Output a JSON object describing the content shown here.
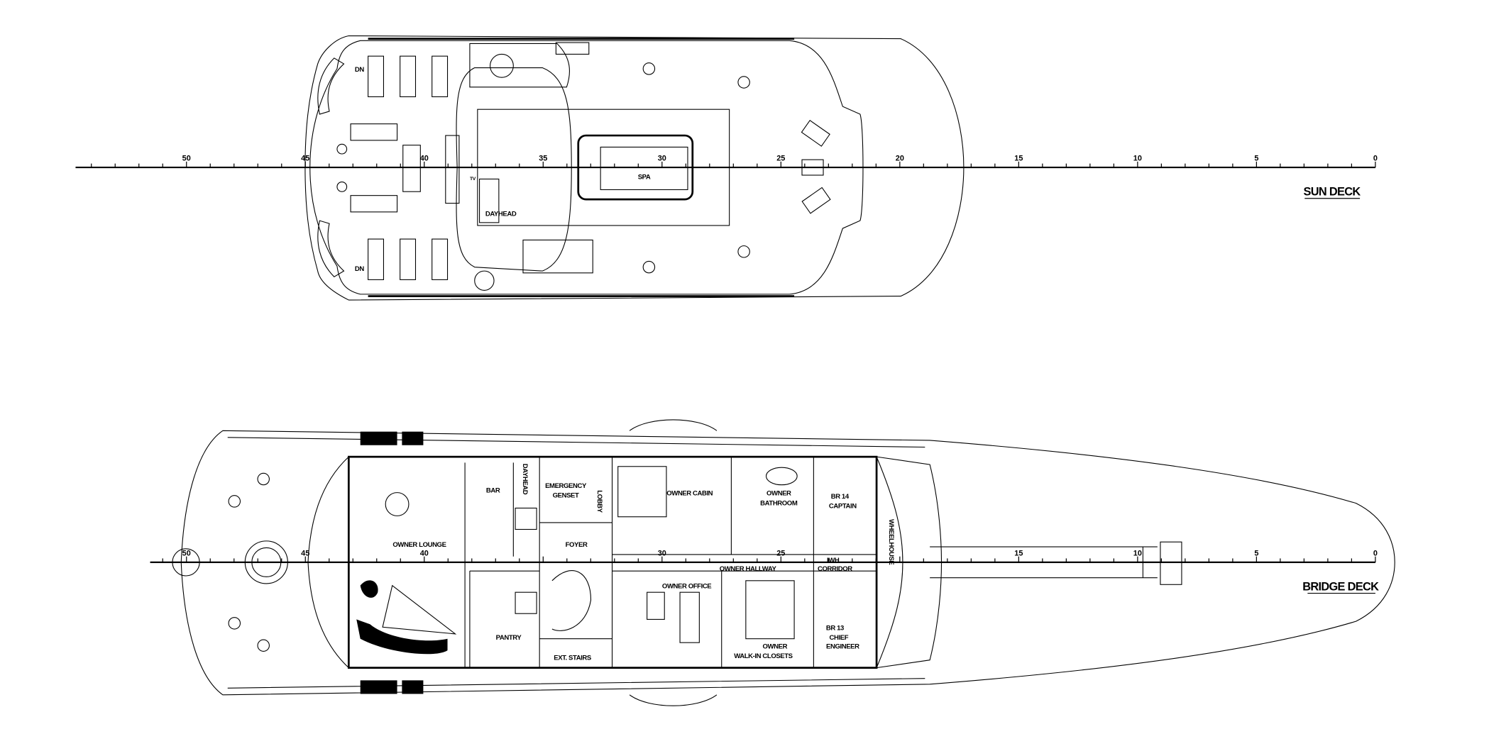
{
  "colors": {
    "line": "#000000",
    "background": "#ffffff"
  },
  "sun_deck": {
    "title": "SUN DECK",
    "scale": {
      "min": 0,
      "max": 54,
      "labels": [
        0,
        5,
        10,
        15,
        20,
        25,
        30,
        35,
        40,
        45,
        50
      ]
    },
    "labels": {
      "dn_upper": "DN",
      "dn_lower": "DN",
      "spa": "SPA",
      "dayhead": "DAYHEAD",
      "tv": "TV"
    }
  },
  "bridge_deck": {
    "title": "BRIDGE DECK",
    "scale": {
      "min": 0,
      "max": 51,
      "labels": [
        0,
        5,
        10,
        15,
        25,
        30,
        40,
        45,
        50
      ]
    },
    "rooms": {
      "owner_lounge": "OWNER LOUNGE",
      "bar": "BAR",
      "dayhead": "DAYHEAD",
      "emergency_1": "EMERGENCY",
      "emergency_2": "GENSET",
      "lobby": "LOBBY",
      "foyer": "FOYER",
      "owner_cabin": "OWNER CABIN",
      "owner_bathroom_1": "OWNER",
      "owner_bathroom_2": "BATHROOM",
      "br14_1": "BR 14",
      "br14_2": "CAPTAIN",
      "wheelhouse": "WHEELHOUSE",
      "iwh_1": "IWH",
      "iwh_2": "CORRIDOR",
      "owner_hallway": "OWNER HALLWAY",
      "owner_office": "OWNER OFFICE",
      "pantry": "PANTRY",
      "ext_stairs": "EXT. STAIRS",
      "closets_1": "OWNER",
      "closets_2": "WALK-IN CLOSETS",
      "br13_1": "BR 13",
      "br13_2": "CHIEF",
      "br13_3": "ENGINEER"
    }
  }
}
